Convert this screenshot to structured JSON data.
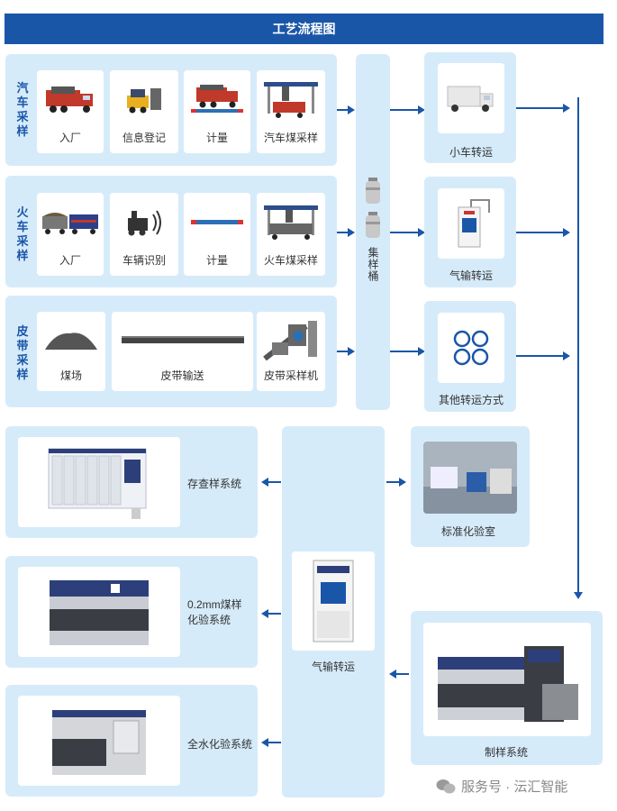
{
  "title": "工艺流程图",
  "rows": [
    {
      "label": "汽车采样",
      "items": [
        "入厂",
        "信息登记",
        "计量",
        "汽车煤采样"
      ]
    },
    {
      "label": "火车采样",
      "items": [
        "入厂",
        "车辆识别",
        "计量",
        "火车煤采样"
      ]
    },
    {
      "label": "皮带采样",
      "items": [
        "煤场",
        "皮带输送",
        "皮带采样机"
      ]
    }
  ],
  "collector": "集样桶",
  "transfer": [
    "小车转运",
    "气输转运",
    "其他转运方式"
  ],
  "lab": "标准化验室",
  "systems": [
    "存查样系统",
    "0.2mm煤样\n化验系统",
    "全水化验系统"
  ],
  "center_transfer": "气输转运",
  "prep": "制样系统",
  "watermark": "服务号 · 沄汇智能",
  "colors": {
    "accent": "#1a56a8",
    "panel": "#d6ebfa"
  }
}
